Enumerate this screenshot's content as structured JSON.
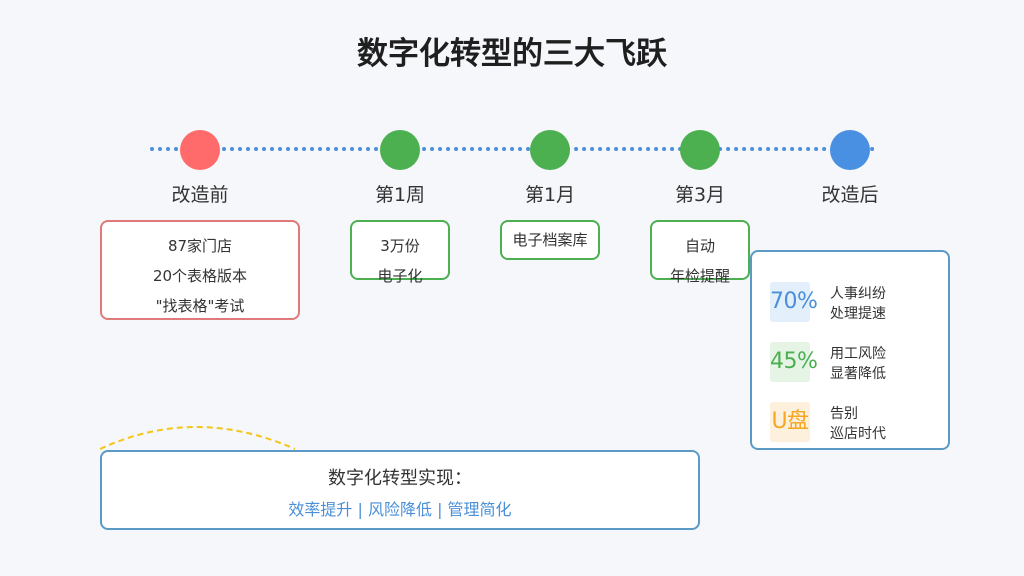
{
  "title": "数字化转型的三大飞跃",
  "colors": {
    "before": "#ff6b6b",
    "milestone": "#4caf50",
    "after": "#4a90e2",
    "timeline": "#4a8fd8",
    "accent_blue": "#4a8fd8",
    "accent_green": "#4caf50",
    "accent_orange": "#f5a623"
  },
  "stages": [
    {
      "label": "改造前",
      "lines": [
        "87家门店",
        "20个表格版本",
        "\"找表格\"考试"
      ]
    },
    {
      "label": "第1周",
      "lines": [
        "3万份",
        "电子化"
      ]
    },
    {
      "label": "第1月",
      "lines": [
        "电子档案库"
      ]
    },
    {
      "label": "第3月",
      "lines": [
        "自动",
        "年检提醒"
      ]
    },
    {
      "label": "改造后",
      "lines": []
    }
  ],
  "results": [
    {
      "value": "70%",
      "desc": [
        "人事纠纷",
        "处理提速"
      ]
    },
    {
      "value": "45%",
      "desc": [
        "用工风险",
        "显著降低"
      ]
    },
    {
      "value": "U盘",
      "desc": [
        "告别",
        "巡店时代"
      ]
    }
  ],
  "summary": {
    "title": "数字化转型实现：",
    "subtitle": "效率提升 | 风险降低 | 管理简化"
  }
}
